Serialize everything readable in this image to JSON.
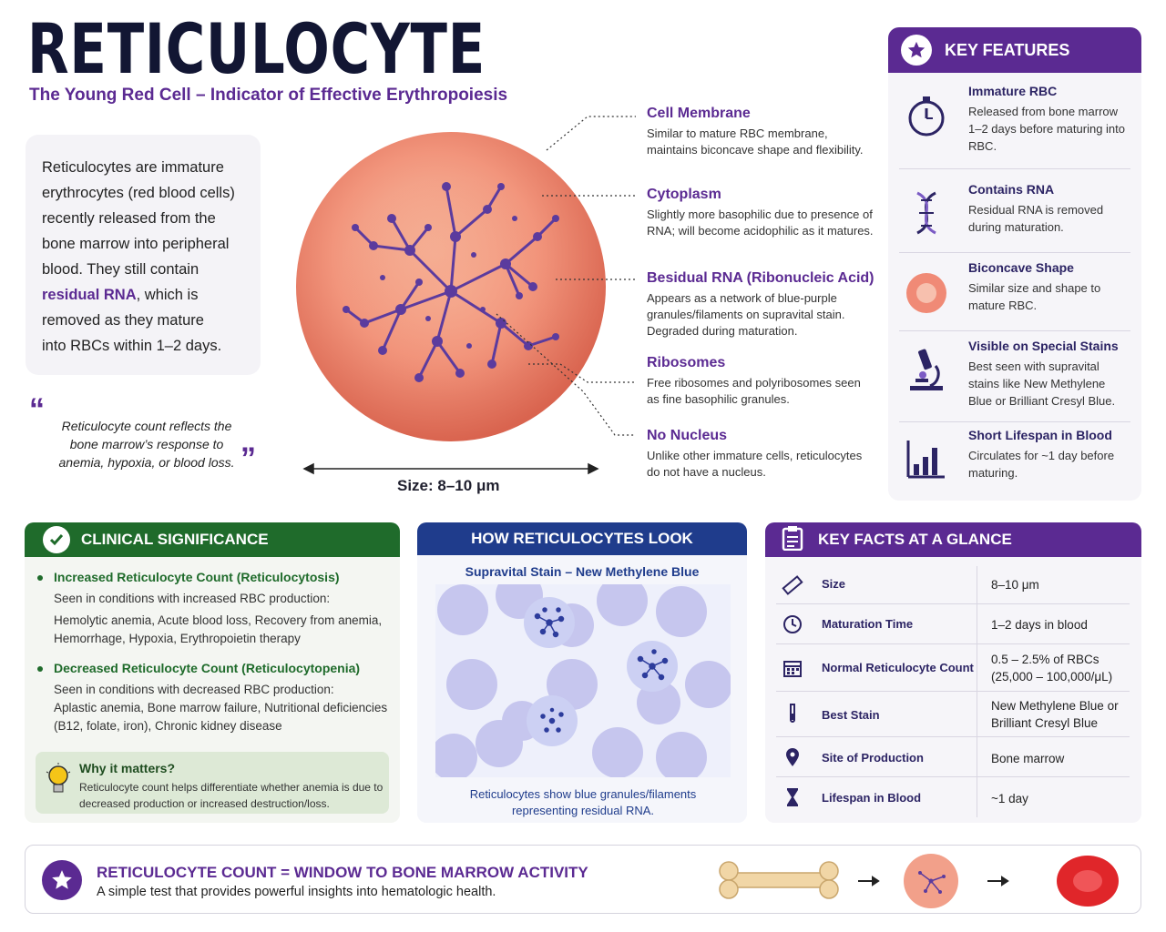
{
  "header": {
    "title": "RETICULOCYTE",
    "subtitle": "The Young Red Cell – Indicator of Effective Erythropoiesis"
  },
  "intro": {
    "line1": "Reticulocytes are immature",
    "line2": "erythrocytes (red blood cells)",
    "line3": "recently released from the",
    "line4": "bone marrow into peripheral",
    "line5": "blood. They still contain",
    "highlight": "residual RNA",
    "line6_rest": ", which is",
    "line7": "removed as they mature",
    "line8": "into RBCs within 1–2 days."
  },
  "quote": {
    "open": "“",
    "text": "Reticulocyte count reflects the bone marrow’s response to anemia, hypoxia, or blood loss.",
    "close": "”"
  },
  "cell": {
    "size_label": "Size: 8–10 μm",
    "colors": {
      "cell": "#f2957c",
      "rna": "#5b3b9e"
    }
  },
  "callouts": [
    {
      "title": "Cell Membrane",
      "body": "Similar to mature RBC membrane, maintains biconcave shape and flexibility."
    },
    {
      "title": "Cytoplasm",
      "body": "Slightly more basophilic due to presence of RNA; will become acidophilic as it matures."
    },
    {
      "title": "Besidual RNA (Ribonucleic Acid)",
      "body": "Appears as a network of blue-purple granules/filaments on supravital stain. Degraded during maturation."
    },
    {
      "title": "Ribosomes",
      "body": "Free ribosomes and polyribosomes seen as fine basophilic granules."
    },
    {
      "title": "No Nucleus",
      "body": "Unlike other immature cells, reticulocytes do not have a nucleus."
    }
  ],
  "key_features": {
    "heading": "KEY FEATURES",
    "items": [
      {
        "icon": "stopwatch-icon",
        "title": "Immature RBC",
        "body": "Released from bone marrow 1–2 days before maturing into RBC."
      },
      {
        "icon": "dna-icon",
        "title": "Contains RNA",
        "body": "Residual RNA is removed during maturation."
      },
      {
        "icon": "red-cell-icon",
        "title": "Biconcave Shape",
        "body": "Similar size and shape to mature RBC."
      },
      {
        "icon": "microscope-icon",
        "title": "Visible on Special Stains",
        "body": "Best seen with supravital stains like New Methylene Blue or Brilliant Cresyl Blue."
      },
      {
        "icon": "bar-chart-icon",
        "title": "Short Lifespan in Blood",
        "body": "Circulates for ~1 day before maturing."
      }
    ]
  },
  "clinical": {
    "heading": "CLINICAL SIGNIFICANCE",
    "increased_title": "Increased Reticulocyte Count (Reticulocytosis)",
    "increased_intro": "Seen in conditions with increased RBC production:",
    "increased_list": "Hemolytic anemia, Acute blood loss, Recovery from anemia, Hemorrhage, Hypoxia, Erythropoietin therapy",
    "decreased_title": "Decreased Reticulocyte Count (Reticulocytopenia)",
    "decreased_intro": "Seen in conditions with decreased RBC production:",
    "decreased_list": "Aplastic anemia, Bone marrow failure, Nutritional deficiencies (B12, folate, iron), Chronic kidney disease",
    "why_title": "Why it matters?",
    "why_body": "Reticulocyte count helps differentiate whether anemia is due to decreased production or increased destruction/loss."
  },
  "look": {
    "heading": "HOW RETICULOCYTES LOOK",
    "subheading": "Supravital Stain – New Methylene Blue",
    "caption": "Reticulocytes show blue granules/filaments representing residual RNA."
  },
  "facts": {
    "heading": "KEY FACTS AT A GLANCE",
    "rows": [
      {
        "icon": "ruler-icon",
        "label": "Size",
        "value": "8–10 μm"
      },
      {
        "icon": "clock-icon",
        "label": "Maturation Time",
        "value": "1–2 days in blood"
      },
      {
        "icon": "calendar-icon",
        "label": "Normal Reticulocyte Count",
        "value": "0.5 – 2.5% of RBCs (25,000 – 100,000/μL)"
      },
      {
        "icon": "test-tube-icon",
        "label": "Best Stain",
        "value": "New Methylene Blue or Brilliant Cresyl Blue"
      },
      {
        "icon": "location-pin-icon",
        "label": "Site of Production",
        "value": "Bone marrow"
      },
      {
        "icon": "hourglass-icon",
        "label": "Lifespan in Blood",
        "value": "~1 day"
      }
    ]
  },
  "footer": {
    "title": "RETICULOCYTE COUNT = WINDOW TO BONE MARROW ACTIVITY",
    "subtitle": "A simple test that provides powerful insights into hematologic health."
  }
}
